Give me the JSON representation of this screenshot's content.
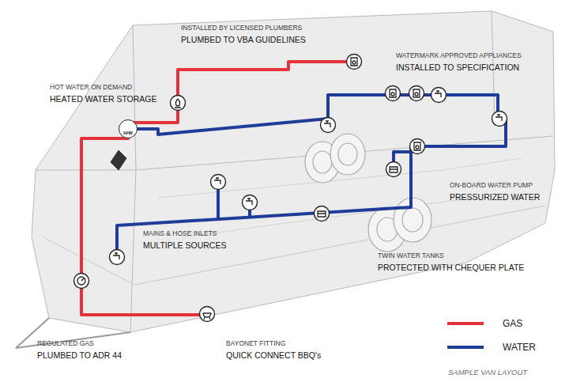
{
  "diagram": {
    "caption": "SAMPLE VAN LAYOUT",
    "nodes": [
      {
        "text": [
          "H/W"
        ]
      }
    ],
    "labels": [
      "INSTALLED BY LICENSED PLUMBERS",
      "PLUMBED TO VBA GUIDELINES",
      "HOT WATER ON DEMAND",
      "HEATED WATER STORAGE",
      "WATERMARK APPROVED APPLIANCES",
      "INSTALLED TO SPECIFICATION",
      "ON-BOARD WATER PUMP",
      "PRESSURIZED WATER",
      "MAINS & HOSE INLETS",
      "MULTIPLE SOURCES",
      "TWIN WATER TANKS",
      "PROTECTED WITH CHEQUER PLATE",
      "REGULATED GAS",
      "PLUMBED TO ADR 44",
      "BAYONET FITTING",
      "QUICK CONNECT BBQ's"
    ],
    "legend": [
      {
        "text": "GAS",
        "color": "#e5333b"
      },
      {
        "text": "WATER",
        "color": "#1f3c99"
      }
    ]
  }
}
